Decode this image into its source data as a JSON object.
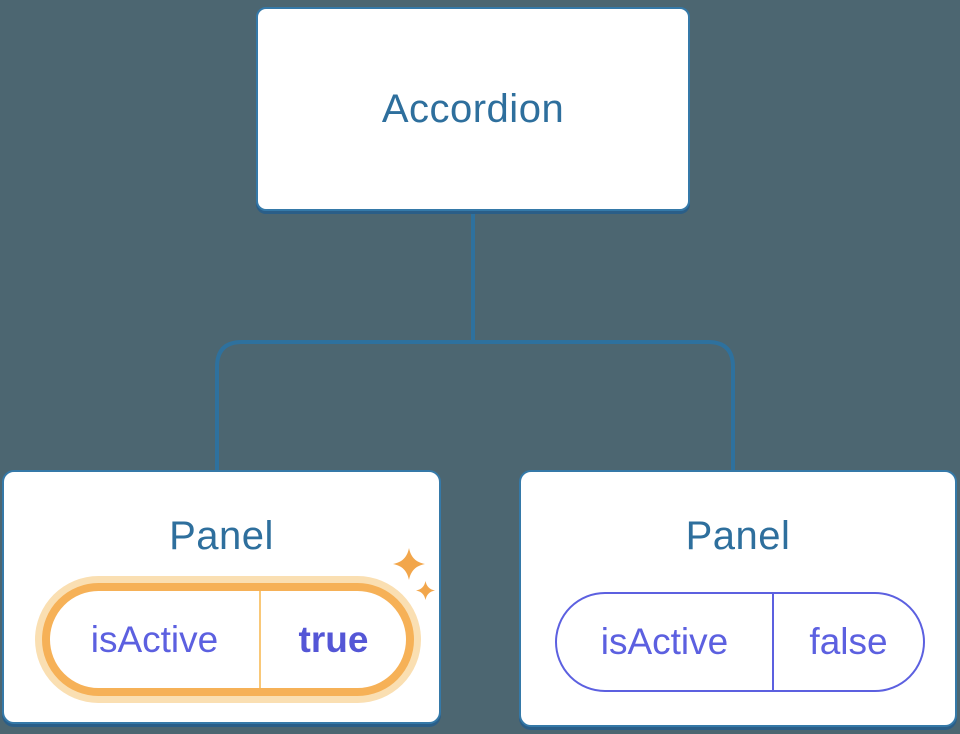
{
  "diagram": {
    "root": {
      "label": "Accordion"
    },
    "panels": [
      {
        "title": "Panel",
        "prop_name": "isActive",
        "prop_value": "true",
        "state": "active",
        "decoration": "sparkles"
      },
      {
        "title": "Panel",
        "prop_name": "isActive",
        "prop_value": "false",
        "state": "inactive",
        "decoration": "none"
      }
    ]
  },
  "colors": {
    "background": "#4C6671",
    "box_fill": "#FFFFFF",
    "box_border": "#3579A8",
    "box_shadow": "#2A5E88",
    "box_text": "#2E6F9D",
    "connector": "#2E719E",
    "prop_text": "#5C60E0",
    "prop_value_active": "#5456D6",
    "active_border": "#F6B157",
    "active_glow": "#FADFB2",
    "active_divider": "#F9C878",
    "sparkle": "#F2A64B"
  }
}
